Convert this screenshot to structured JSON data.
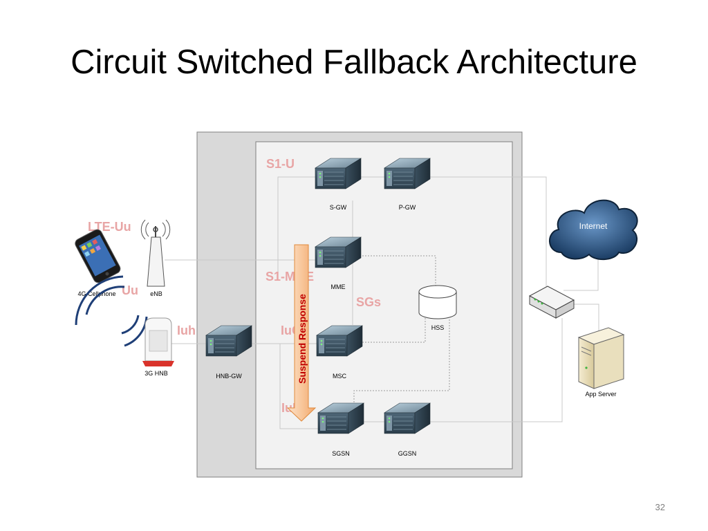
{
  "title": "Circuit Switched Fallback Architecture",
  "page_number": "32",
  "interfaces": {
    "s1u": "S1-U",
    "lte_uu": "LTE-Uu",
    "uu": "Uu",
    "s1_mme": "S1-MME",
    "sgs": "SGs",
    "iuh": "Iuh",
    "iucs": "IuCS",
    "iups": "IuPS"
  },
  "nodes": {
    "sgw": "S-GW",
    "pgw": "P-GW",
    "mme": "MME",
    "hss": "HSS",
    "msc": "MSC",
    "hnbgw": "HNB-GW",
    "sgsn": "SGSN",
    "ggsn": "GGSN",
    "enb": "eNB",
    "cellphone": "4G Cellphone",
    "hnb": "3G HNB",
    "internet": "Internet",
    "app_server": "App Server"
  },
  "callout": {
    "text": "Suspend Response",
    "direction": "down"
  },
  "colors": {
    "interface_label": "#e8a5a5",
    "callout_fill": "#f8c79c",
    "callout_text": "#c00000",
    "outer_panel": "#d9d9d9",
    "inner_panel": "#f2f2f2"
  }
}
